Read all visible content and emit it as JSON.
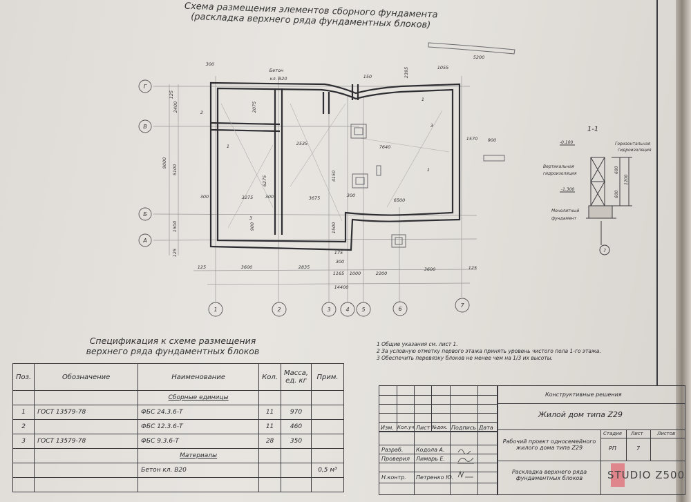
{
  "drawing": {
    "title_line1": "Схема размещения элементов сборного фундамента",
    "title_line2": "(раскладка верхнего ряда фундаментных блоков)",
    "axes_letters": [
      "Г",
      "В",
      "Б",
      "А"
    ],
    "axes_numbers": [
      "1",
      "2",
      "3",
      "4",
      "5",
      "6",
      "7"
    ],
    "concrete_label_1": "Бетон",
    "concrete_label_2": "кл. В20",
    "dims_bottom": [
      "125",
      "3600",
      "2835",
      "1165",
      "1000",
      "2200",
      "3600",
      "125"
    ],
    "dim_total": "14400",
    "dims_left": [
      "125",
      "2400",
      "9000",
      "5100",
      "1500",
      "125"
    ],
    "dims_inner": [
      "3275",
      "3675",
      "6500",
      "2535",
      "7640",
      "6275",
      "4150",
      "2075",
      "1570",
      "900",
      "5200",
      "1055",
      "2395",
      "300",
      "150",
      "175",
      "300",
      "300",
      "300",
      "300",
      "1500",
      "900"
    ],
    "marks": [
      "1",
      "2",
      "3"
    ],
    "section_mark": "1"
  },
  "section": {
    "title": "1-1",
    "level_top": "-0.100",
    "level_bottom": "-1.300",
    "horizontal_label_1": "Горизонтальная",
    "horizontal_label_2": "гидроизоляция",
    "vertical_label_1": "Вертикальная",
    "vertical_label_2": "гидроизоляция",
    "foundation_label_1": "Монолитный",
    "foundation_label_2": "фундамент",
    "dim_upper": "600",
    "dim_lower": "600",
    "dim_total": "1200",
    "axis": "7"
  },
  "spec": {
    "title_line1": "Спецификация к схеме размещения",
    "title_line2": "верхнего ряда фундаментных блоков",
    "headers": [
      "Поз.",
      "Обозначение",
      "Наименование",
      "Кол.",
      "Масса, ед. кг",
      "Прим."
    ],
    "group1": "Сборные единицы",
    "rows": [
      {
        "pos": "1",
        "designation": "ГОСТ 13579-78",
        "name": "ФБС 24.3.6-Т",
        "qty": "11",
        "mass": "970",
        "note": ""
      },
      {
        "pos": "2",
        "designation": "",
        "name": "ФБС 12.3.6-Т",
        "qty": "11",
        "mass": "460",
        "note": ""
      },
      {
        "pos": "3",
        "designation": "ГОСТ 13579-78",
        "name": "ФБС 9.3.6-Т",
        "qty": "28",
        "mass": "350",
        "note": ""
      }
    ],
    "group2": "Материалы",
    "material": {
      "name": "Бетон кл. В20",
      "note": "0,5 м³"
    }
  },
  "notes": [
    "1 Общие указания см. лист 1.",
    "2 За условную отметку первого этажа принять уровень чистого пола 1-го этажа.",
    "3 Обеспечить перевязку блоков не менее чем на 1/3 их высоты."
  ],
  "title_block": {
    "col_headers": [
      "Изм.",
      "Кол.уч",
      "Лист",
      "№док.",
      "Подпись",
      "Дата"
    ],
    "people": [
      {
        "role": "Разраб.",
        "name": "Кодола А."
      },
      {
        "role": "Проверил",
        "name": "Лимарь Е."
      },
      {
        "role": "Н.контр.",
        "name": "Петренко Ю."
      }
    ],
    "section_name": "Конструктивные решения",
    "object": "Жилой дом типа Z29",
    "project_1": "Рабочий проект односемейного",
    "project_2": "жилого дома типа Z29",
    "sheet_title_1": "Раскладка верхнего ряда",
    "sheet_title_2": "фундаментных блоков",
    "stage_label": "Стадия",
    "sheet_label": "Лист",
    "sheets_label": "Листов",
    "stage": "РП",
    "sheet": "7",
    "sheets": "",
    "logo": "STUDIO Z500",
    "logo_color": "#e0707a"
  }
}
